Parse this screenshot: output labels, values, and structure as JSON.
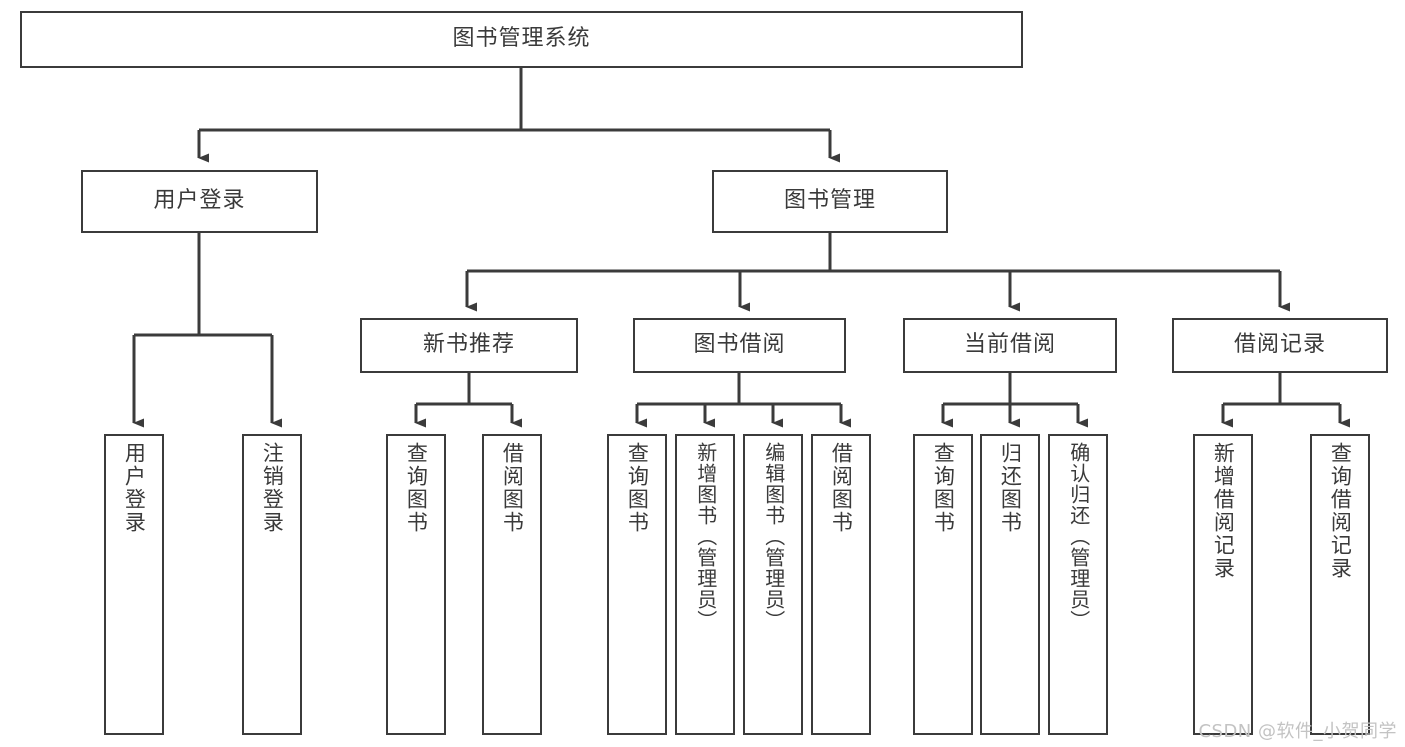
{
  "diagram": {
    "title": "图书管理系统",
    "type": "hierarchy-tree",
    "colors": {
      "box_border": "#3b3b3b",
      "box_fill": "#ffffff",
      "text": "#3a3a3a",
      "connector": "#3b3b3b",
      "watermark": "#c3c3c3",
      "background": "#ffffff"
    },
    "root": {
      "label": "图书管理系统"
    },
    "level2": [
      {
        "label": "用户登录"
      },
      {
        "label": "图书管理"
      }
    ],
    "level3": [
      {
        "label": "新书推荐"
      },
      {
        "label": "图书借阅"
      },
      {
        "label": "当前借阅"
      },
      {
        "label": "借阅记录"
      }
    ],
    "leaves": {
      "user_login": [
        {
          "label": "用户登录"
        },
        {
          "label": "注销登录"
        }
      ],
      "new_book_recommend": [
        {
          "label": "查询图书"
        },
        {
          "label": "借阅图书"
        }
      ],
      "book_borrow": [
        {
          "label": "查询图书"
        },
        {
          "label": "新增图书（管理员）"
        },
        {
          "label": "编辑图书（管理员）"
        },
        {
          "label": "借阅图书"
        }
      ],
      "current_borrow": [
        {
          "label": "查询图书"
        },
        {
          "label": "归还图书"
        },
        {
          "label": "确认归还（管理员）"
        }
      ],
      "borrow_record": [
        {
          "label": "新增借阅记录"
        },
        {
          "label": "查询借阅记录"
        }
      ]
    },
    "watermark": "CSDN @软件_小贺同学"
  }
}
